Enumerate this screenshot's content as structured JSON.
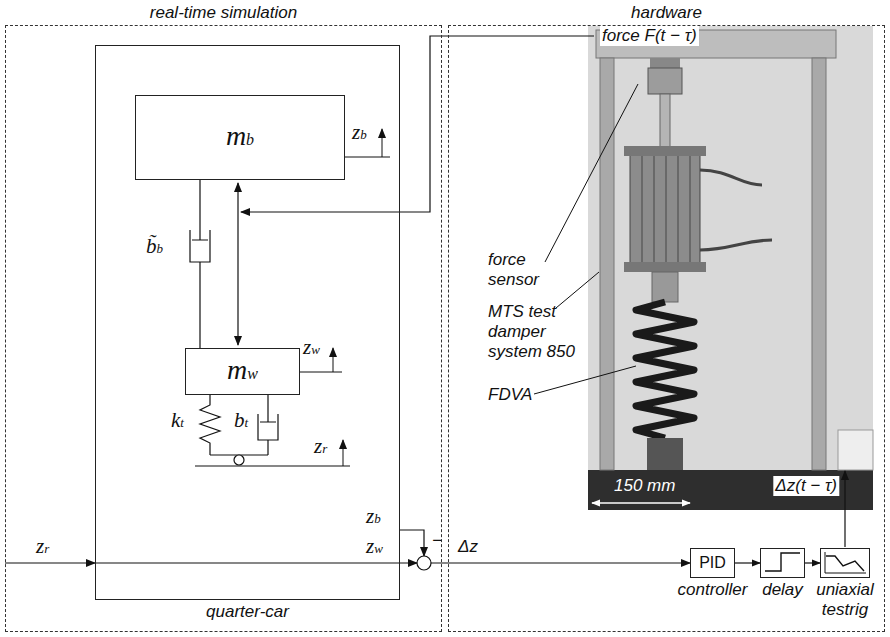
{
  "diagram": {
    "nodes": [
      {
        "text": [
          "real-time simulation"
        ]
      },
      {
        "text": [
          "hardware"
        ]
      },
      {
        "text": [
          "quarter-car"
        ],
        "in": 0
      },
      {
        "text": [
          "mb"
        ],
        "in": 2
      },
      {
        "text": [
          "mw"
        ],
        "in": 2
      },
      {
        "text": [
          "PID",
          "controller"
        ],
        "in": 1
      },
      {
        "text": [
          "delay"
        ],
        "in": 1
      },
      {
        "text": [
          "uniaxial testrig"
        ],
        "in": 1
      }
    ],
    "edges": [
      {
        "from": 5,
        "to": 6,
        "arrow": "to"
      },
      {
        "from": 6,
        "to": 7,
        "arrow": "to"
      }
    ],
    "labels": [
      "force F(t − τ)",
      "zb",
      "b̃b",
      "zw",
      "kt",
      "bt",
      "zr",
      "force sensor",
      "MTS test damper system 850",
      "FDVA",
      "Δz(t − τ)",
      "150 mm",
      "zr",
      "zb",
      "zw",
      "−",
      "Δz"
    ]
  }
}
